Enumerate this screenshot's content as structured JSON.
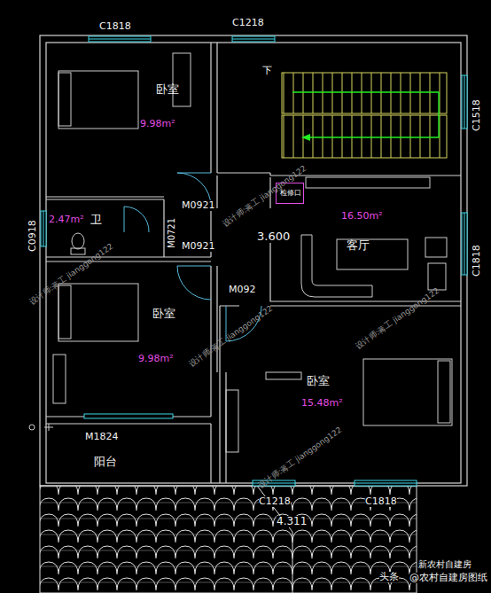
{
  "diagram": {
    "nodes": [
      {
        "text": [
          "卧室",
          "9.98m²"
        ]
      },
      {
        "text": [
          "卫",
          "2.47m²"
        ]
      },
      {
        "text": [
          "卧室",
          "9.98m²"
        ]
      },
      {
        "text": [
          "客厅",
          "16.50m²"
        ]
      },
      {
        "text": [
          "卧室",
          "15.48m²"
        ]
      },
      {
        "text": [
          "阳台"
        ]
      },
      {
        "text": [
          "检修口"
        ],
        "in": 3
      }
    ],
    "labels": [
      "C1818",
      "C1218",
      "下",
      "C1518",
      "M0921",
      "M0721",
      "M0921",
      "C0918",
      "3.600",
      "C1818",
      "M092",
      "M1824",
      "C1218",
      "C1818",
      "4.311",
      "设计师:蒋工 jianggong122",
      "设计师:蒋工 jianggong122",
      "设计师:蒋工 jianggong122",
      "设计师:蒋工 jianggong122",
      "设计师:蒋工 jianggong122",
      "头条",
      "@农村自建房图纸",
      "新农村自建房"
    ]
  }
}
